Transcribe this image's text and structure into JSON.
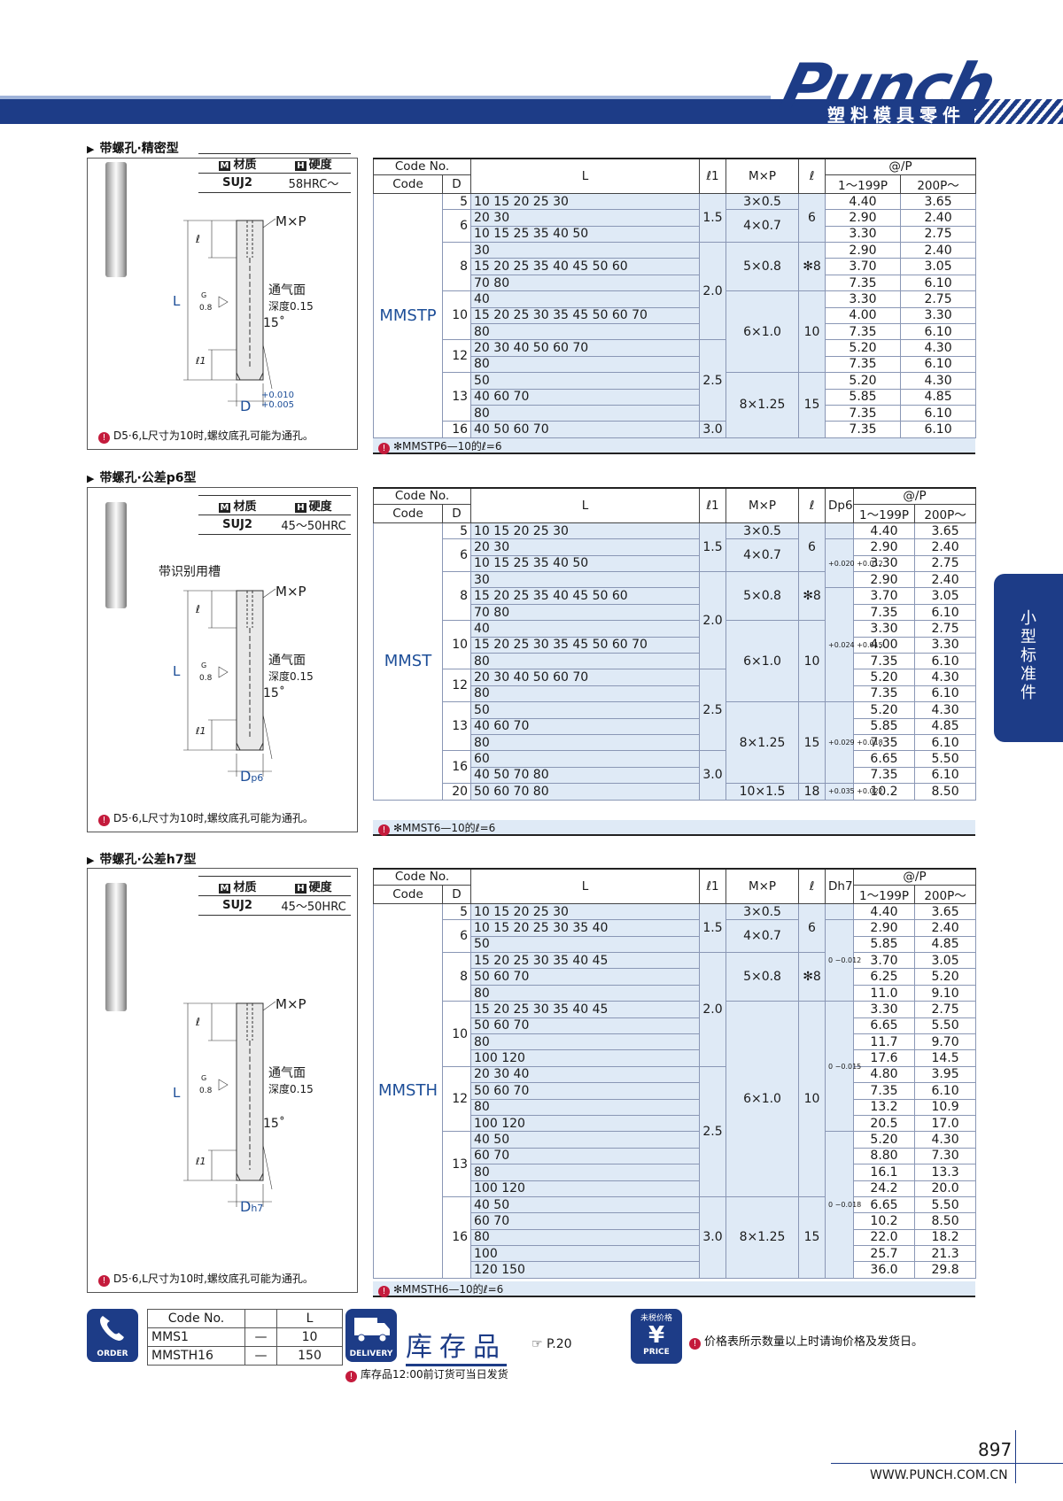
{
  "header": {
    "logo": "Punch",
    "subtitle": "塑料模具零件"
  },
  "side_tab": {
    "chars": [
      "小",
      "型",
      "标",
      "准",
      "件"
    ]
  },
  "sections": [
    {
      "title": "带螺孔·精密型",
      "material_label": "材质",
      "hardness_label": "硬度",
      "material": "SUJ2",
      "hardness": "58HRC～",
      "labels": {
        "mp": "M×P",
        "vent": "通气面",
        "depth": "深度0.15",
        "angle": "15˚",
        "L": "L",
        "l": "ℓ",
        "l1": "ℓ1",
        "g": "G",
        "r": "0.8",
        "d": "D",
        "tol_up": "+0.010",
        "tol_dn": "+0.005",
        "groove": ""
      },
      "note": "D5·6,L尺寸为10时,螺纹底孔可能为通孔。",
      "table_note": "✻MMSTP6—10的ℓ=6"
    },
    {
      "title": "带螺孔·公差p6型",
      "material_label": "材质",
      "hardness_label": "硬度",
      "material": "SUJ2",
      "hardness": "45～50HRC",
      "labels": {
        "mp": "M×P",
        "vent": "通气面",
        "depth": "深度0.15",
        "angle": "15˚",
        "L": "L",
        "l": "ℓ",
        "l1": "ℓ1",
        "g": "G",
        "r": "0.8",
        "d": "D",
        "d_sub": "p6",
        "groove": "带识别用槽"
      },
      "note": "D5·6,L尺寸为10时,螺纹底孔可能为通孔。",
      "table_note": "✻MMST6—10的ℓ=6"
    },
    {
      "title": "带螺孔·公差h7型",
      "material_label": "材质",
      "hardness_label": "硬度",
      "material": "SUJ2",
      "hardness": "45～50HRC",
      "labels": {
        "mp": "M×P",
        "vent": "通气面",
        "depth": "深度0.15",
        "angle": "15˚",
        "L": "L",
        "l": "ℓ",
        "l1": "ℓ1",
        "g": "G",
        "r": "0.8",
        "d": "D",
        "d_sub": "h7",
        "groove": ""
      },
      "note": "D5·6,L尺寸为10时,螺纹底孔可能为通孔。",
      "table_note": "✻MMSTH6—10的ℓ=6"
    }
  ],
  "table_headers": {
    "code_no": "Code No.",
    "code": "Code",
    "d": "D",
    "L": "L",
    "l1": "ℓ1",
    "mxp": "M×P",
    "l": "ℓ",
    "dp6": "Dp6",
    "dh7": "Dh7",
    "price": "@/P",
    "p1": "1～199P",
    "p2": "200P～"
  },
  "tableA": {
    "code": "MMSTP",
    "rows": [
      [
        "5",
        "10 15 20 25 30",
        "1.5",
        "3×0.5",
        "6",
        "4.40",
        "3.65"
      ],
      [
        "6",
        "20 30",
        "",
        "4×0.7",
        "",
        "2.90",
        "2.40"
      ],
      [
        "",
        "10 15 25 35 40 50",
        "",
        "",
        "",
        "3.30",
        "2.75"
      ],
      [
        "8",
        "30",
        "2.0",
        "5×0.8",
        "✻8",
        "2.90",
        "2.40"
      ],
      [
        "",
        "15 20 25 35 40 45 50 60",
        "",
        "",
        "",
        "3.70",
        "3.05"
      ],
      [
        "",
        "70 80",
        "",
        "",
        "",
        "7.35",
        "6.10"
      ],
      [
        "10",
        "40",
        "",
        "6×1.0",
        "10",
        "3.30",
        "2.75"
      ],
      [
        "",
        "15 20 25 30 35 45 50 60 70",
        "",
        "",
        "",
        "4.00",
        "3.30"
      ],
      [
        "",
        "80",
        "",
        "",
        "",
        "7.35",
        "6.10"
      ],
      [
        "12",
        "20 30 40 50 60 70",
        "2.5",
        "",
        "",
        "5.20",
        "4.30"
      ],
      [
        "",
        "80",
        "",
        "",
        "",
        "7.35",
        "6.10"
      ],
      [
        "13",
        "50",
        "",
        "8×1.25",
        "15",
        "5.20",
        "4.30"
      ],
      [
        "",
        "40 60 70",
        "",
        "",
        "",
        "5.85",
        "4.85"
      ],
      [
        "",
        "80",
        "",
        "",
        "",
        "7.35",
        "6.10"
      ],
      [
        "16",
        "40 50 60 70",
        "3.0",
        "",
        "",
        "7.35",
        "6.10"
      ]
    ]
  },
  "tableB": {
    "code": "MMST",
    "rows": [
      [
        "5",
        "10 15 20 25 30",
        "1.5",
        "3×0.5",
        "6",
        "",
        "4.40",
        "3.65"
      ],
      [
        "6",
        "20 30",
        "",
        "4×0.7",
        "",
        "+0.020 +0.012",
        "2.90",
        "2.40"
      ],
      [
        "",
        "10 15 25 35 40 50",
        "",
        "",
        "",
        "",
        "3.30",
        "2.75"
      ],
      [
        "8",
        "30",
        "2.0",
        "5×0.8",
        "✻8",
        "",
        "2.90",
        "2.40"
      ],
      [
        "",
        "15 20 25 35 40 45 50 60",
        "",
        "",
        "",
        "+0.024 +0.015",
        "3.70",
        "3.05"
      ],
      [
        "",
        "70 80",
        "",
        "",
        "",
        "",
        "7.35",
        "6.10"
      ],
      [
        "10",
        "40",
        "",
        "6×1.0",
        "10",
        "",
        "3.30",
        "2.75"
      ],
      [
        "",
        "15 20 25 30 35 45 50 60 70",
        "",
        "",
        "",
        "",
        "4.00",
        "3.30"
      ],
      [
        "",
        "80",
        "",
        "",
        "",
        "",
        "7.35",
        "6.10"
      ],
      [
        "12",
        "20 30 40 50 60 70",
        "2.5",
        "",
        "",
        "",
        "5.20",
        "4.30"
      ],
      [
        "",
        "80",
        "",
        "",
        "",
        "",
        "7.35",
        "6.10"
      ],
      [
        "13",
        "50",
        "",
        "8×1.25",
        "15",
        "+0.029 +0.018",
        "5.20",
        "4.30"
      ],
      [
        "",
        "40 60 70",
        "",
        "",
        "",
        "",
        "5.85",
        "4.85"
      ],
      [
        "",
        "80",
        "",
        "",
        "",
        "",
        "7.35",
        "6.10"
      ],
      [
        "16",
        "60",
        "3.0",
        "",
        "",
        "",
        "6.65",
        "5.50"
      ],
      [
        "",
        "40 50 70 80",
        "",
        "",
        "",
        "",
        "7.35",
        "6.10"
      ],
      [
        "20",
        "50 60 70 80",
        "",
        "10×1.5",
        "18",
        "+0.035 +0.022",
        "10.2",
        "8.50"
      ]
    ]
  },
  "tableC": {
    "code": "MMSTH",
    "rows": [
      [
        "5",
        "10 15 20 25 30",
        "1.5",
        "3×0.5",
        "6",
        "",
        "4.40",
        "3.65"
      ],
      [
        "6",
        "10 15 20 25 30 35 40",
        "",
        "4×0.7",
        "",
        "0 −0.012",
        "2.90",
        "2.40"
      ],
      [
        "",
        "50",
        "",
        "",
        "",
        "",
        "5.85",
        "4.85"
      ],
      [
        "8",
        "15 20 25 30 35 40 45",
        "2.0",
        "5×0.8",
        "✻8",
        "",
        "3.70",
        "3.05"
      ],
      [
        "",
        "50 60 70",
        "",
        "",
        "",
        "",
        "6.25",
        "5.20"
      ],
      [
        "",
        "80",
        "",
        "",
        "",
        "",
        "11.0",
        "9.10"
      ],
      [
        "10",
        "15 20 25 30 35 40 45",
        "",
        "6×1.0",
        "10",
        "0 −0.015",
        "3.30",
        "2.75"
      ],
      [
        "",
        "50 60 70",
        "",
        "",
        "",
        "",
        "6.65",
        "5.50"
      ],
      [
        "",
        "80",
        "",
        "",
        "",
        "",
        "11.7",
        "9.70"
      ],
      [
        "",
        "100 120",
        "",
        "",
        "",
        "",
        "17.6",
        "14.5"
      ],
      [
        "12",
        "20 30 40",
        "2.5",
        "",
        "",
        "",
        "4.80",
        "3.95"
      ],
      [
        "",
        "50 60 70",
        "",
        "",
        "",
        "",
        "7.35",
        "6.10"
      ],
      [
        "",
        "80",
        "",
        "",
        "",
        "",
        "13.2",
        "10.9"
      ],
      [
        "",
        "100 120",
        "",
        "",
        "",
        "",
        "20.5",
        "17.0"
      ],
      [
        "13",
        "40 50",
        "",
        "",
        "",
        "0 −0.018",
        "5.20",
        "4.30"
      ],
      [
        "",
        "60 70",
        "",
        "",
        "",
        "",
        "8.80",
        "7.30"
      ],
      [
        "",
        "80",
        "",
        "",
        "",
        "",
        "16.1",
        "13.3"
      ],
      [
        "",
        "100 120",
        "",
        "",
        "",
        "",
        "24.2",
        "20.0"
      ],
      [
        "16",
        "40 50",
        "3.0",
        "8×1.25",
        "15",
        "",
        "6.65",
        "5.50"
      ],
      [
        "",
        "60 70",
        "",
        "",
        "",
        "",
        "10.2",
        "8.50"
      ],
      [
        "",
        "80",
        "",
        "",
        "",
        "",
        "22.0",
        "18.2"
      ],
      [
        "",
        "100",
        "",
        "",
        "",
        "",
        "25.7",
        "21.3"
      ],
      [
        "",
        "120 150",
        "",
        "",
        "",
        "",
        "36.0",
        "29.8"
      ]
    ]
  },
  "footer": {
    "order_badge": "ORDER",
    "order_headers": [
      "Code No.",
      "",
      "L"
    ],
    "order_rows": [
      [
        "MMS1",
        "—",
        "10"
      ],
      [
        "MMSTH16",
        "—",
        "150"
      ]
    ],
    "delivery_badge": "DELIVERY",
    "stock": "库存品",
    "stock_ref": "☞ P.20",
    "stock_note": "库存品12:00前订货可当日发货",
    "price_top": "未税价格",
    "price_badge": "PRICE",
    "price_note": "价格表所示数量以上时请询价格及发货日。",
    "page": "897",
    "url": "WWW.PUNCH.COM.CN"
  }
}
